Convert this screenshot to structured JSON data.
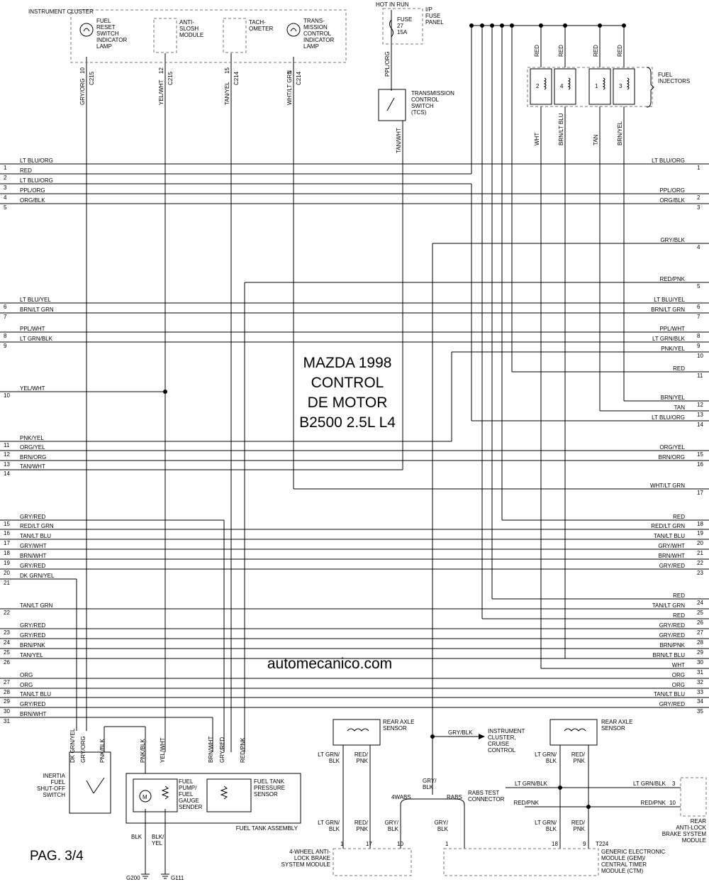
{
  "title": {
    "line1": "MAZDA 1998",
    "line2": "CONTROL",
    "line3": "DE MOTOR",
    "line4": "B2500 2.5L L4"
  },
  "watermark": "automecanico.com",
  "page_label": "PAG. 3/4",
  "left_wires": [
    {
      "n": "1",
      "label": "LT BLU/ORG"
    },
    {
      "n": "2",
      "label": "RED"
    },
    {
      "n": "3",
      "label": "LT BLU/ORG"
    },
    {
      "n": "4",
      "label": "PPL/ORG"
    },
    {
      "n": "5",
      "label": "ORG/BLK"
    },
    {
      "n": "6",
      "label": "LT BLU/YEL"
    },
    {
      "n": "7",
      "label": "BRN/LT GRN"
    },
    {
      "n": "8",
      "label": "PPL/WHT"
    },
    {
      "n": "9",
      "label": "LT GRN/BLK"
    },
    {
      "n": "10",
      "label": "YEL/WHT"
    },
    {
      "n": "11",
      "label": "PNK/YEL"
    },
    {
      "n": "12",
      "label": "ORG/YEL"
    },
    {
      "n": "13",
      "label": "BRN/ORG"
    },
    {
      "n": "14",
      "label": "TAN/WHT"
    },
    {
      "n": "15",
      "label": "GRY/RED"
    },
    {
      "n": "16",
      "label": "RED/LT GRN"
    },
    {
      "n": "17",
      "label": "TAN/LT BLU"
    },
    {
      "n": "18",
      "label": "GRY/WHT"
    },
    {
      "n": "19",
      "label": "BRN/WHT"
    },
    {
      "n": "20",
      "label": "GRY/RED"
    },
    {
      "n": "21",
      "label": "DK GRN/YEL"
    },
    {
      "n": "22",
      "label": "TAN/LT GRN"
    },
    {
      "n": "23",
      "label": "GRY/RED"
    },
    {
      "n": "24",
      "label": "GRY/RED"
    },
    {
      "n": "25",
      "label": "BRN/PNK"
    },
    {
      "n": "26",
      "label": "TAN/YEL"
    },
    {
      "n": "27",
      "label": "ORG"
    },
    {
      "n": "28",
      "label": "ORG"
    },
    {
      "n": "29",
      "label": "TAN/LT BLU"
    },
    {
      "n": "30",
      "label": "GRY/RED"
    },
    {
      "n": "31",
      "label": "BRN/WHT"
    }
  ],
  "right_wires": [
    {
      "n": "1",
      "label": "LT BLU/ORG"
    },
    {
      "n": "2",
      "label": "PPL/ORG"
    },
    {
      "n": "3",
      "label": "ORG/BLK"
    },
    {
      "n": "4",
      "label": "GRY/BLK"
    },
    {
      "n": "5",
      "label": "RED/PNK"
    },
    {
      "n": "6",
      "label": "LT BLU/YEL"
    },
    {
      "n": "7",
      "label": "BRN/LT GRN"
    },
    {
      "n": "8",
      "label": "PPL/WHT"
    },
    {
      "n": "9",
      "label": "LT GRN/BLK"
    },
    {
      "n": "10",
      "label": "PNK/YEL"
    },
    {
      "n": "11",
      "label": "RED"
    },
    {
      "n": "12",
      "label": "BRN/YEL"
    },
    {
      "n": "13",
      "label": "TAN"
    },
    {
      "n": "14",
      "label": "LT BLU/ORG"
    },
    {
      "n": "15",
      "label": "ORG/YEL"
    },
    {
      "n": "16",
      "label": "BRN/ORG"
    },
    {
      "n": "17",
      "label": "WHT/LT GRN"
    },
    {
      "n": "18",
      "label": "RED"
    },
    {
      "n": "19",
      "label": "RED/LT GRN"
    },
    {
      "n": "20",
      "label": "TAN/LT BLU"
    },
    {
      "n": "21",
      "label": "GRY/WHT"
    },
    {
      "n": "22",
      "label": "BRN/WHT"
    },
    {
      "n": "23",
      "label": "GRY/RED"
    },
    {
      "n": "24",
      "label": "RED"
    },
    {
      "n": "25",
      "label": "TAN/LT GRN"
    },
    {
      "n": "26",
      "label": "RED"
    },
    {
      "n": "27",
      "label": "GRY/RED"
    },
    {
      "n": "28",
      "label": "GRY/RED"
    },
    {
      "n": "29",
      "label": "BRN/PNK"
    },
    {
      "n": "30",
      "label": "BRN/LT BLU"
    },
    {
      "n": "31",
      "label": "WHT"
    },
    {
      "n": "32",
      "label": "ORG"
    },
    {
      "n": "33",
      "label": "ORG"
    },
    {
      "n": "34",
      "label": "TAN/LT BLU"
    },
    {
      "n": "35",
      "label": "GRY/RED"
    }
  ],
  "top": {
    "instrument_cluster": "INSTRUMENT CLUSTER",
    "fuel_reset_lamp": [
      "FUEL",
      "RESET",
      "SWITCH",
      "INDICATOR",
      "LAMP"
    ],
    "anti_slosh": [
      "ANTI-",
      "SLOSH",
      "MODULE"
    ],
    "tachometer": [
      "TACH-",
      "OMETER"
    ],
    "trans_control_lamp": [
      "TRANS-",
      "MISSION",
      "CONTROL",
      "INDICATOR",
      "LAMP"
    ],
    "pins": [
      {
        "wire": "GRY/ORG",
        "pin": "10",
        "conn": "C215"
      },
      {
        "wire": "YEL/WHT",
        "pin": "12",
        "conn": "C215"
      },
      {
        "wire": "TAN/YEL",
        "pin": "15",
        "conn": "C214"
      },
      {
        "wire": "WHT/LT GRN",
        "pin": "1",
        "conn": "C214"
      }
    ],
    "hot_in_run": "HOT IN RUN",
    "fuse": [
      "FUSE",
      "27",
      "15A"
    ],
    "ip_fuse_panel": [
      "I/P",
      "FUSE",
      "PANEL"
    ],
    "ppl_org": "PPL/ORG",
    "tcs": [
      "TRANSMISSION",
      "CONTROL",
      "SWITCH",
      "(TCS)"
    ],
    "tan_wht": "TAN/WHT",
    "injector_red": "RED",
    "injectors": [
      {
        "num": "2",
        "wire": "WHT"
      },
      {
        "num": "4",
        "wire": "BRN/LT BLU"
      },
      {
        "num": "1",
        "wire": "TAN"
      },
      {
        "num": "3",
        "wire": "BRN/YEL"
      }
    ],
    "fuel_injectors": [
      "FUEL",
      "INJECTORS"
    ]
  },
  "bottom": {
    "inertia_wires": [
      "DK GRN/YEL",
      "GRY/ORG",
      "PNK/BLK"
    ],
    "inertia_label": [
      "INERTIA",
      "FUEL",
      "SHUT-OFF",
      "SWITCH"
    ],
    "pump_wires": [
      "PNK/BLK",
      "YEL/WHT"
    ],
    "pump_label": [
      "FUEL",
      "PUMP/",
      "FUEL",
      "GAUGE",
      "SENDER"
    ],
    "motor_symbol": "M",
    "tank_wires": [
      "BRN/WHT",
      "GRY/RED",
      "RED/PNK"
    ],
    "tank_label": [
      "FUEL TANK",
      "PRESSURE",
      "SENSOR"
    ],
    "tank_assembly": "FUEL TANK ASSEMBLY",
    "ground_wires": [
      "BLK",
      "BLK/",
      "YEL"
    ],
    "grounds": [
      "G200",
      "G111"
    ],
    "rear_axle_sensor": [
      "REAR AXLE",
      "SENSOR"
    ],
    "sensor_wires": [
      "LT GRN/",
      "BLK",
      "RED/",
      "PNK"
    ],
    "gry_blk_to": "GRY/BLK",
    "instrument_dest": [
      "INSTRUMENT",
      "CLUSTER,",
      "CRUISE",
      "CONTROL"
    ],
    "gry_blk_split": [
      "GRY/",
      "BLK"
    ],
    "four_wabs": "4WABS",
    "rabs": "RABS",
    "rabs_test": [
      "RABS TEST",
      "CONNECTOR"
    ],
    "rabs_h_wires": [
      {
        "label": "LT GRN/BLK",
        "pin": "3"
      },
      {
        "label": "RED/PNK",
        "pin": "10"
      }
    ],
    "rabs_h_left": [
      "LT GRN/BLK",
      "RED/PNK"
    ],
    "rear_antilock": [
      "REAR",
      "ANTI-LOCK",
      "BRAKE SYSTEM",
      "MODULE"
    ],
    "four_wabs_pins": [
      "1",
      "17",
      "10"
    ],
    "four_wabs_module": [
      "4-WHEEL ANTI-",
      "LOCK BRAKE",
      "SYSTEM MODULE"
    ],
    "gem_pins": [
      "1",
      "18",
      "9"
    ],
    "t224": "T224",
    "gem_module": [
      "GENERIC ELECTRONIC",
      "MODULE (GEM)/",
      "CENTRAL TIMER",
      "MODULE (CTM)"
    ]
  }
}
